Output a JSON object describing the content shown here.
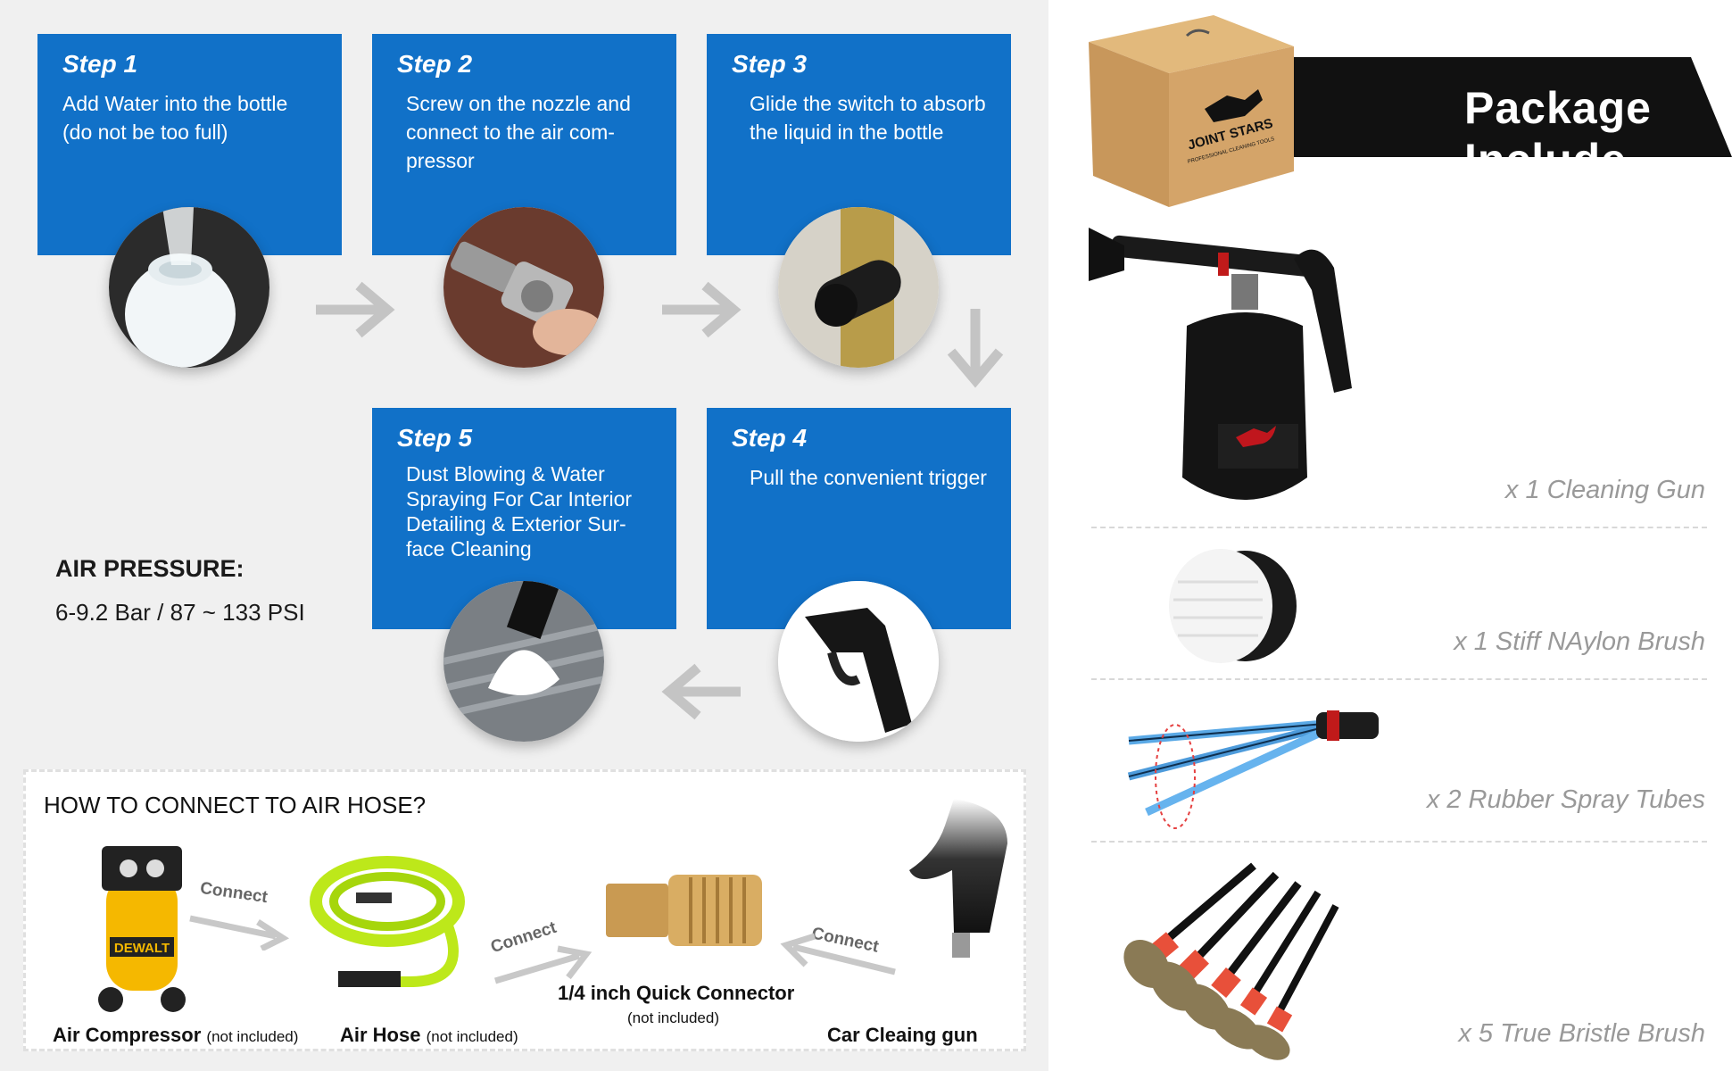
{
  "steps": [
    {
      "title": "Step 1",
      "desc_lines": [
        "Add Water into the bottle",
        "(do not be too full)"
      ]
    },
    {
      "title": "Step 2",
      "desc_lines": [
        "Screw on the nozzle and",
        "connect to the air com-",
        "pressor"
      ]
    },
    {
      "title": "Step 3",
      "desc_lines": [
        "Glide the switch to absorb",
        "the liquid in the bottle"
      ]
    },
    {
      "title": "Step 4",
      "desc_lines": [
        "Pull the convenient trigger"
      ]
    },
    {
      "title": "Step 5",
      "desc_lines": [
        "Dust Blowing & Water",
        "Spraying For Car Interior",
        "Detailing & Exterior Sur-",
        "face Cleaning"
      ]
    }
  ],
  "air_pressure": {
    "heading": "AIR PRESSURE:",
    "value": "6-9.2 Bar / 87 ~ 133 PSI"
  },
  "connect": {
    "title": "HOW TO CONNECT TO AIR HOSE?",
    "connect_word": "Connect",
    "items": [
      {
        "label": "Air Compressor",
        "note": "(not included)"
      },
      {
        "label": "Air Hose",
        "note": "(not included)"
      },
      {
        "label": "1/4 inch Quick Connector",
        "note": "(not included)"
      },
      {
        "label": "Car Cleaing gun",
        "note": ""
      }
    ],
    "compressor_brand": "DEWALT"
  },
  "package": {
    "title": "Package Include",
    "box_brand": "JOINT STARS",
    "box_sub": "PROFESSIONAL CLEANING TOOLS",
    "items": [
      "x 1 Cleaning Gun",
      "x 1 Stiff NAylon Brush",
      "x 2 Rubber Spray Tubes",
      "x 5 True Bristle Brush"
    ]
  },
  "colors": {
    "card_blue": "#1171c8",
    "arrow_gray": "#c4c4c4",
    "banner_black": "#111111",
    "brush_red": "#e8503a"
  }
}
